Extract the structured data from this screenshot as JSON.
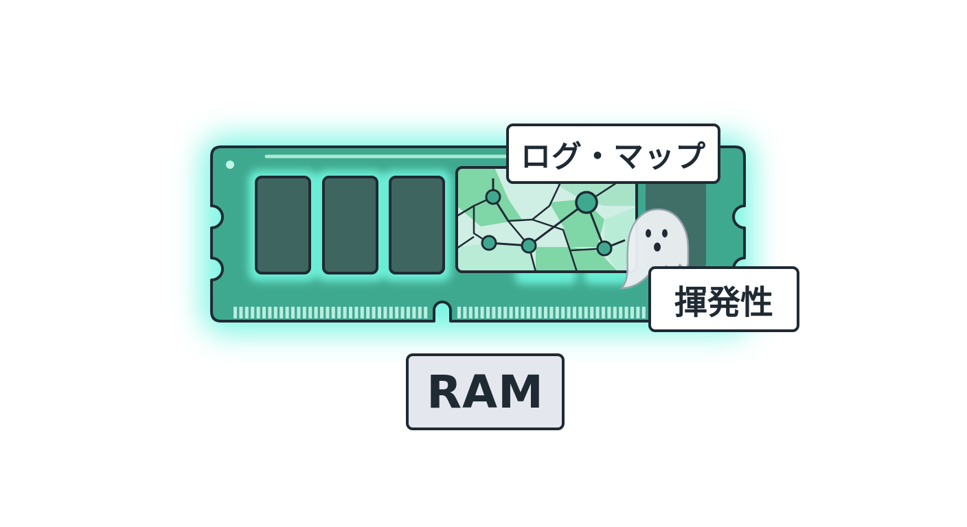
{
  "labels": {
    "log_map": "ログ・マップ",
    "volatile": "揮発性",
    "ram": "RAM"
  },
  "icons": {
    "module": "ram-module-icon",
    "map": "network-map-icon",
    "ghost": "ghost-icon"
  },
  "colors": {
    "module_green": "#3fa98f",
    "glow": "#4df2d8",
    "chip": "#3f6560",
    "outline": "#1f2a33",
    "map_green": "#7fd6a6",
    "map_light": "#cfeee4",
    "ram_tag_bg": "#e4e8ee"
  }
}
